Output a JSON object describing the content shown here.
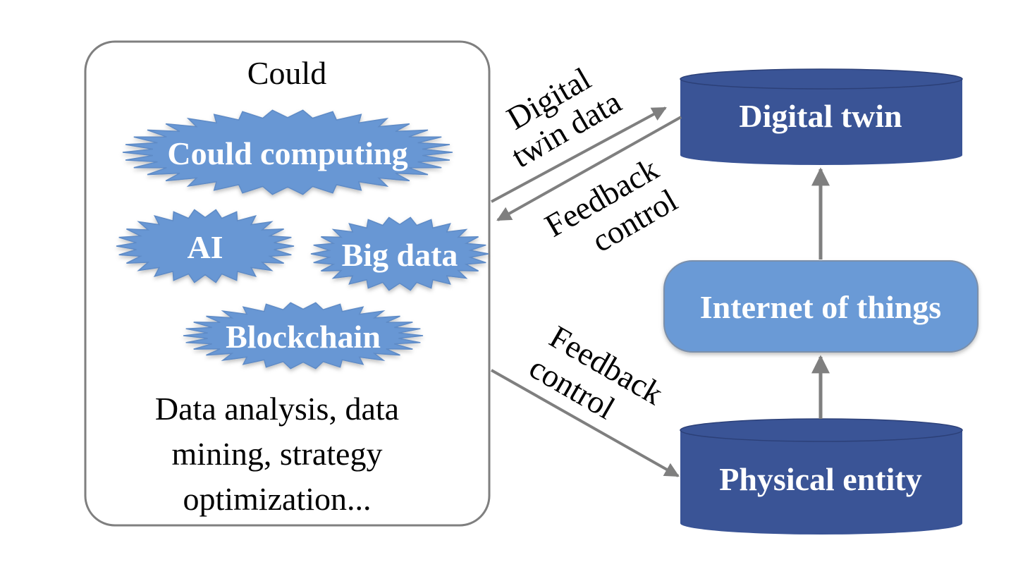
{
  "colors": {
    "cylinder_fill": "#3a5496",
    "cylinder_edge": "#2c4078",
    "burst_fill": "#6797d4",
    "burst_stroke": "#5f8bc6",
    "iot_fill": "#6a9ad6",
    "iot_stroke": "#7a8fab",
    "arrow_color": "#7f7f7f",
    "box_border": "#7f7f7f",
    "text_dark": "#000000",
    "text_light": "#ffffff"
  },
  "cloud_box": {
    "title": "Could",
    "description_lines": [
      "Data analysis, data",
      "mining, strategy",
      "optimization..."
    ]
  },
  "technologies": {
    "cloud_computing": "Could computing",
    "ai": "AI",
    "big_data": "Big data",
    "blockchain": "Blockchain"
  },
  "nodes": {
    "digital_twin": "Digital twin",
    "internet_of_things": "Internet of things",
    "physical_entity": "Physical entity"
  },
  "arrow_labels": {
    "digital_twin_data": [
      "Digital",
      "twin data"
    ],
    "feedback_control_upper": [
      "Feedback",
      "control"
    ],
    "feedback_control_lower": [
      "Feedback",
      "control"
    ]
  }
}
